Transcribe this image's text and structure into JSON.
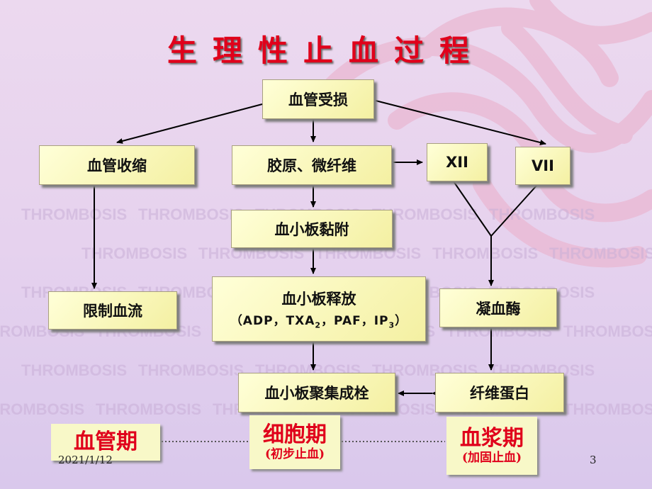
{
  "slide": {
    "title": "生理性止血过程",
    "date": "2021/1/12",
    "page_number": "3"
  },
  "watermark": {
    "text": "THROMBOSIS"
  },
  "nodes": {
    "injury": "血管受损",
    "constriction": "血管收缩",
    "collagen": "胶原、微纤维",
    "factor_xii": "XII",
    "factor_vii": "VII",
    "adhesion": "血小板黏附",
    "restrict_flow": "限制血流",
    "release": "血小板释放",
    "release_sub_a": "（ADP，TXA",
    "release_sub_2": "2",
    "release_sub_b": "，PAF，IP",
    "release_sub_3": "3",
    "release_sub_c": "）",
    "thrombin": "凝血酶",
    "aggregation": "血小板聚集成栓",
    "fibrin": "纤维蛋白"
  },
  "phases": {
    "vascular": "血管期",
    "cellular": "细胞期",
    "cellular_sub": "(初步止血)",
    "plasma": "血浆期",
    "plasma_sub": "(加固止血)"
  },
  "colors": {
    "title": "#e0001b",
    "node_fill": "#f4f0a2",
    "arrow": "#000000"
  }
}
